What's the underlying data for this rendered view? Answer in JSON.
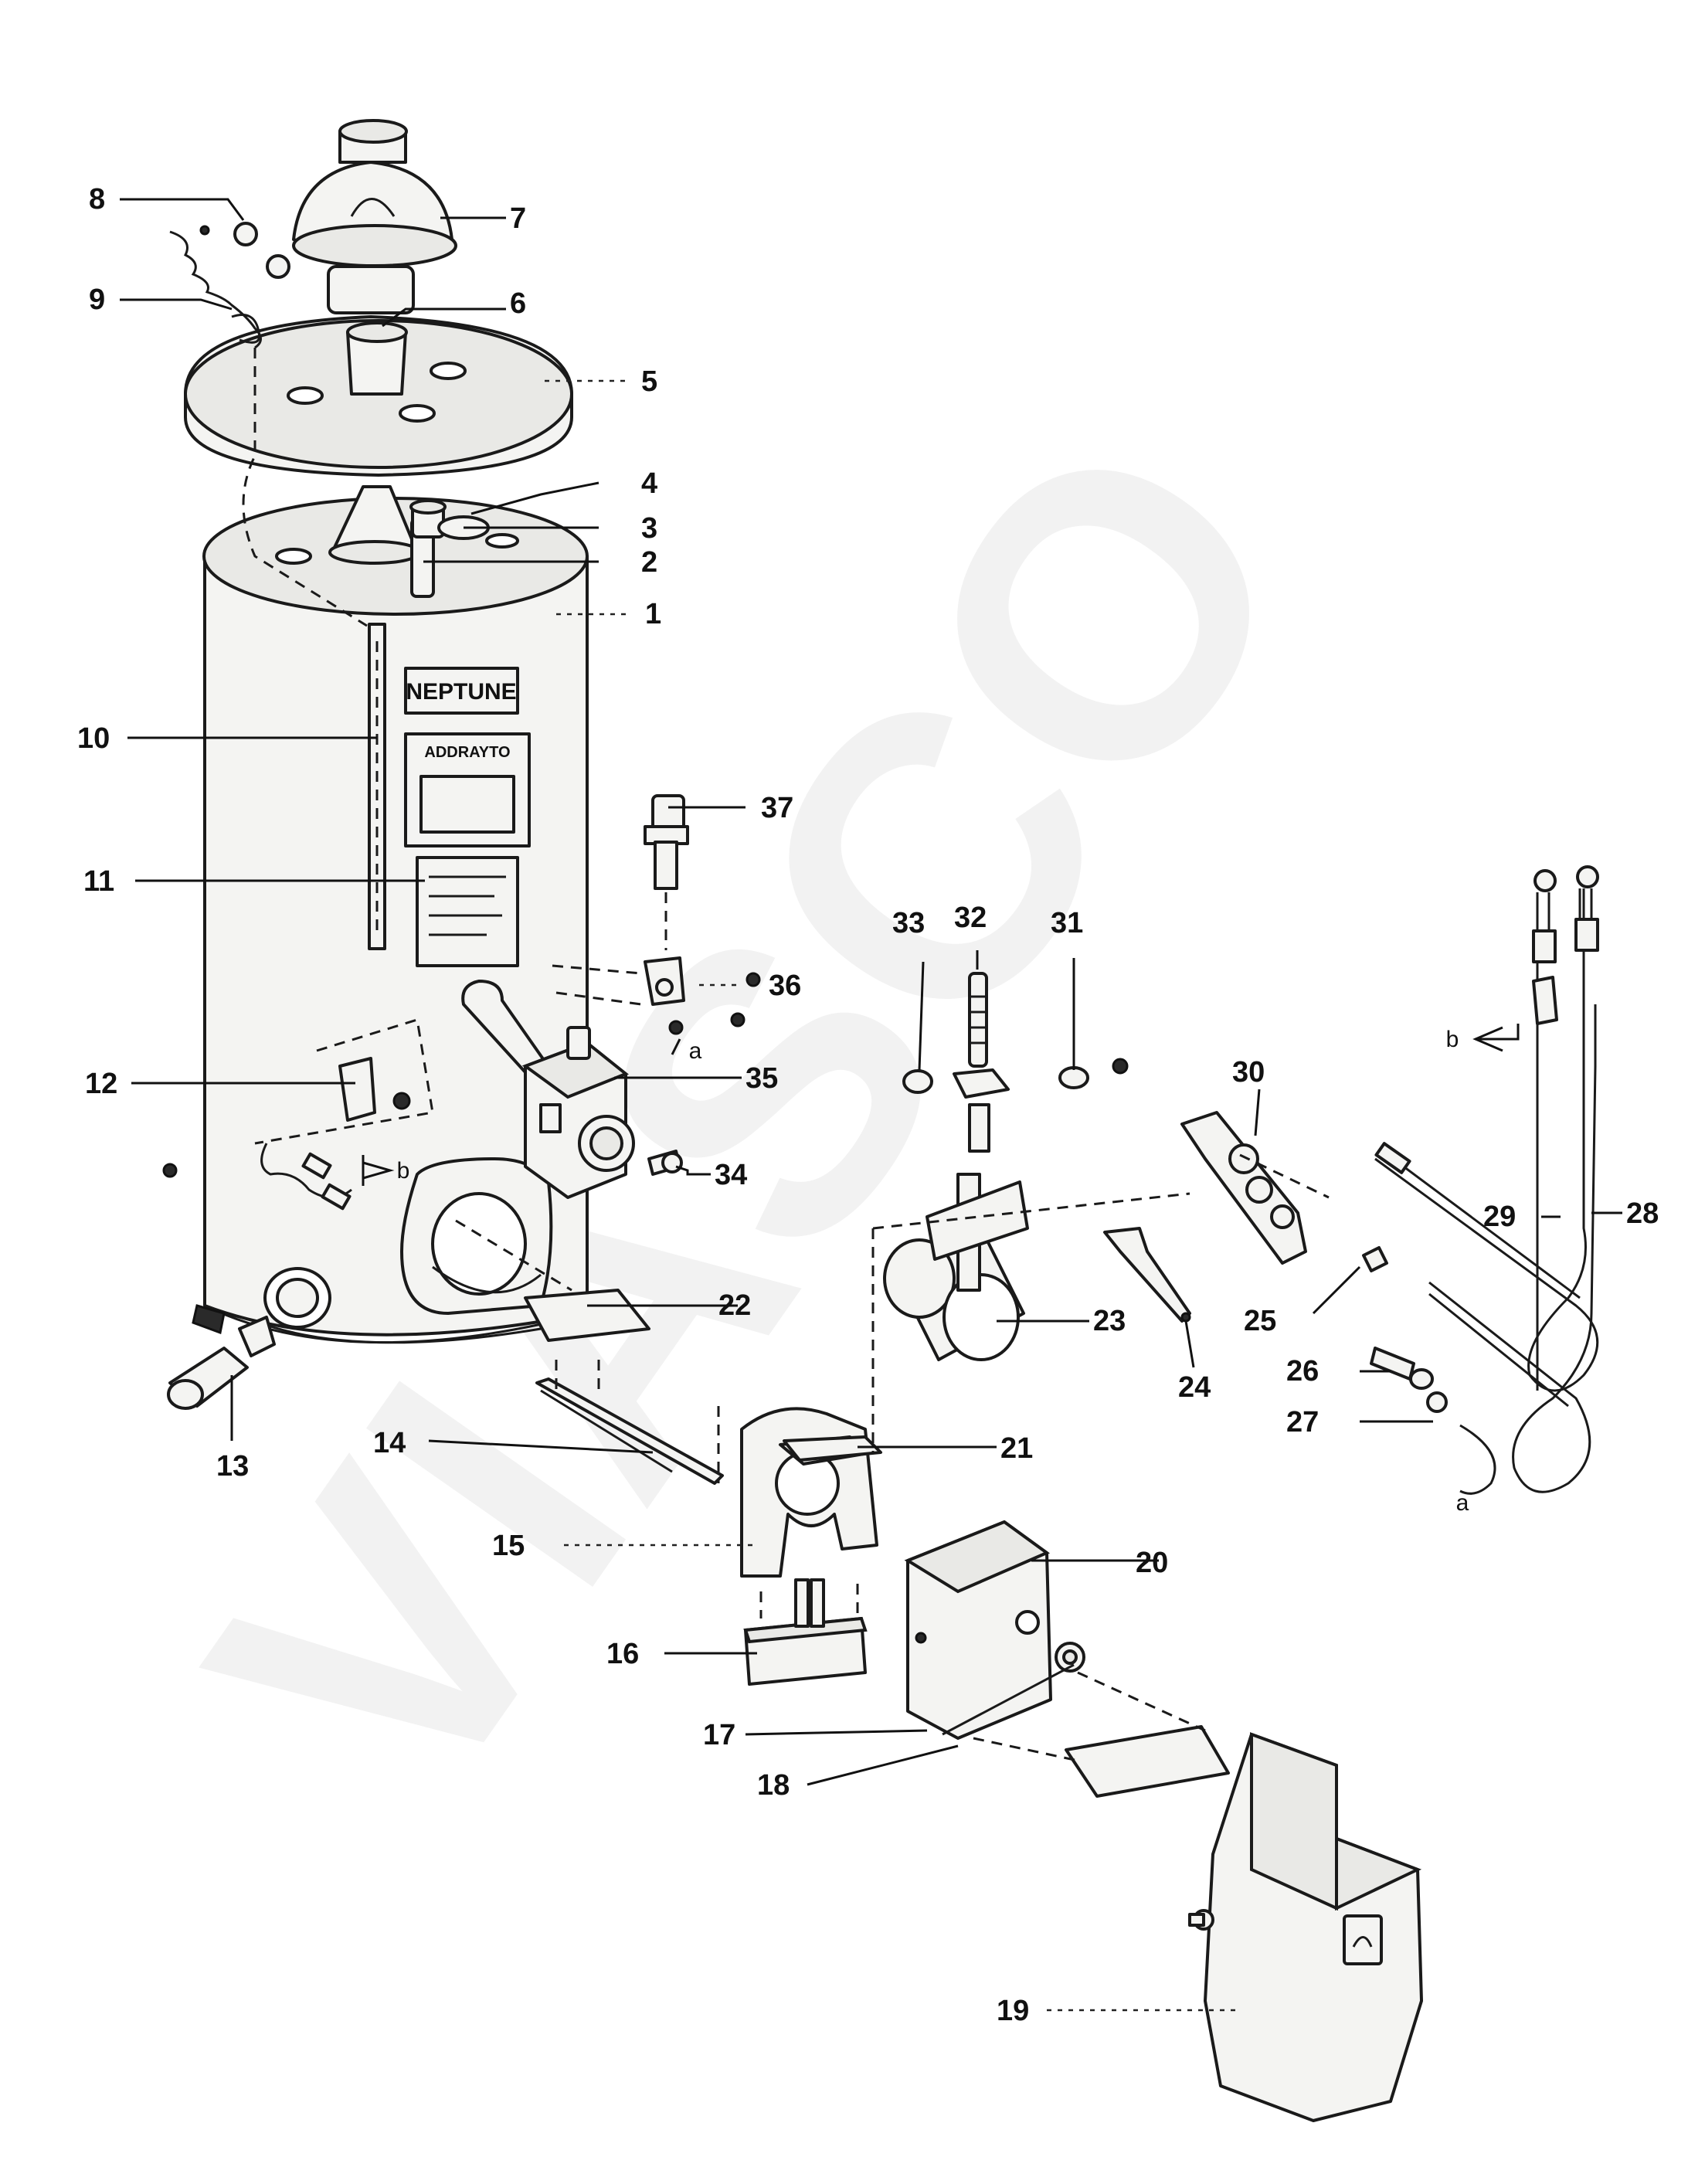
{
  "diagram": {
    "watermark": "VIASCO",
    "brand_label": "NEPTUNE",
    "sub_label": "ADDRAYTO",
    "connector_b": "b",
    "connector_a": "a",
    "callouts": [
      "1",
      "2",
      "3",
      "4",
      "5",
      "6",
      "7",
      "8",
      "9",
      "10",
      "11",
      "12",
      "13",
      "14",
      "15",
      "16",
      "17",
      "18",
      "19",
      "20",
      "21",
      "22",
      "23",
      "24",
      "25",
      "26",
      "27",
      "28",
      "29",
      "30",
      "31",
      "32",
      "33",
      "34",
      "35",
      "36",
      "37"
    ]
  }
}
